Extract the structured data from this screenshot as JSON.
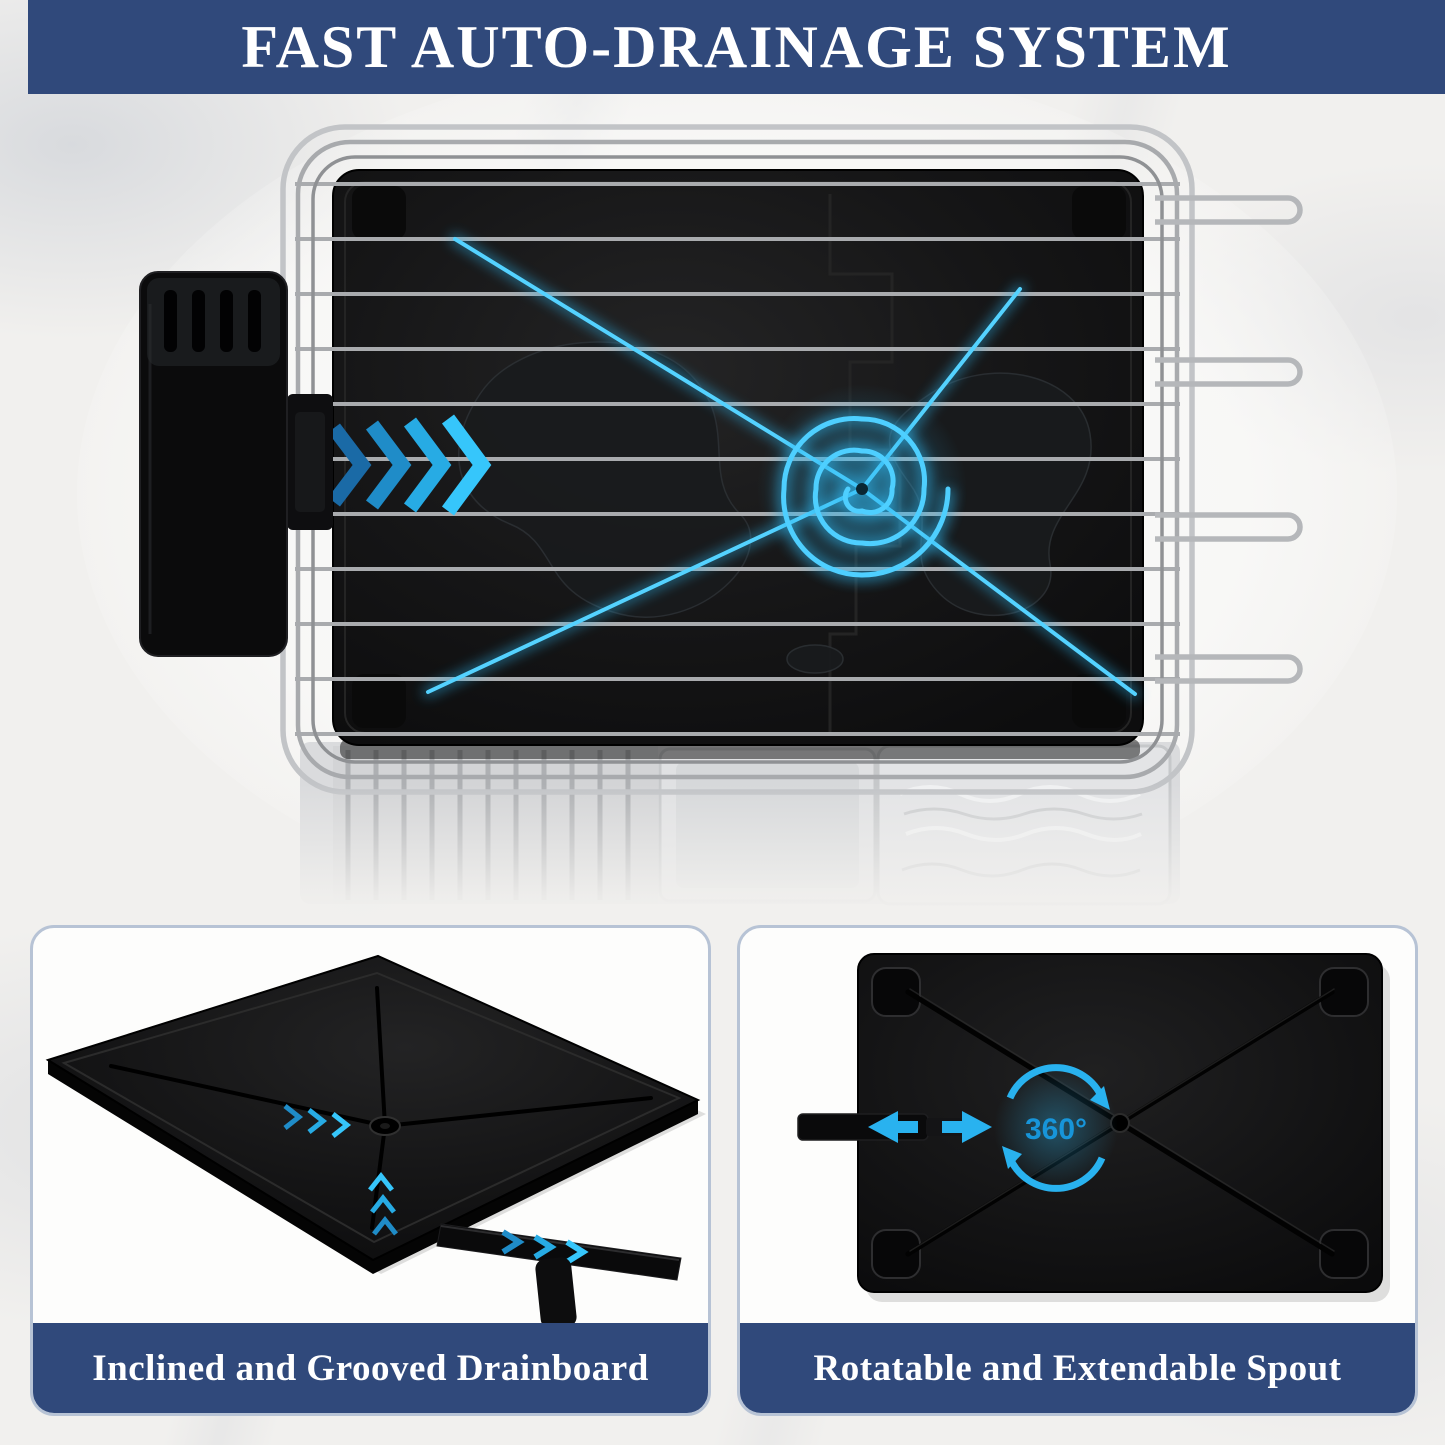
{
  "page": {
    "background_color": "#F1F0EE",
    "panel_border_color": "#B7C3D5"
  },
  "header": {
    "title": "FAST AUTO-DRAINAGE SYSTEM",
    "background_color": "#30497B",
    "text_color": "#FFFFFF"
  },
  "hero": {
    "subject": "dish-rack-top-view-with-drainboard",
    "accent_color": "#2FB9F2",
    "icons": {
      "flow": "chevron-right-icon",
      "drain": "swirl-vortex-icon"
    }
  },
  "panels": [
    {
      "caption": "Inclined and Grooved Drainboard",
      "caption_background": "#30497B"
    },
    {
      "caption": "Rotatable and Extendable Spout",
      "caption_background": "#30497B",
      "rotation_label": "360°"
    }
  ]
}
